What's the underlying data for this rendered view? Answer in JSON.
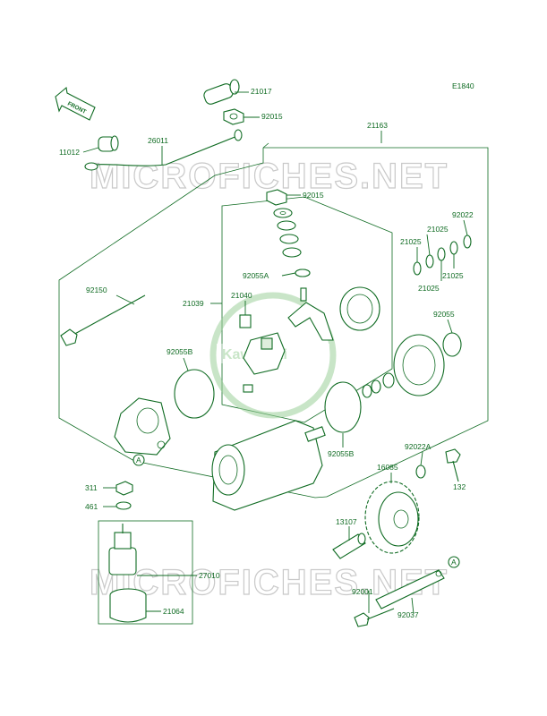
{
  "diagram_code": "E1840",
  "front_arrow_label": "FRONT",
  "watermark": "MICROFICHES.NET",
  "logo_text": "Kawasaki",
  "ref_mark": "A",
  "parts": {
    "p21017": "21017",
    "p92015a": "92015",
    "p21163": "21163",
    "p11012": "11012",
    "p26011": "26011",
    "p92015b": "92015",
    "p92022": "92022",
    "p21025a": "21025",
    "p21025b": "21025",
    "p21025c": "21025",
    "p21025d": "21025",
    "p92055a": "92055A",
    "p92150": "92150",
    "p21039": "21039",
    "p21040": "21040",
    "p92055": "92055",
    "p92055b1": "92055B",
    "p92055b2": "92055B",
    "p92022a": "92022A",
    "p16085": "16085",
    "p132": "132",
    "p311": "311",
    "p461": "461",
    "p13107": "13107",
    "p27010": "27010",
    "p21064": "21064",
    "p92001": "92001",
    "p92037": "92037"
  }
}
